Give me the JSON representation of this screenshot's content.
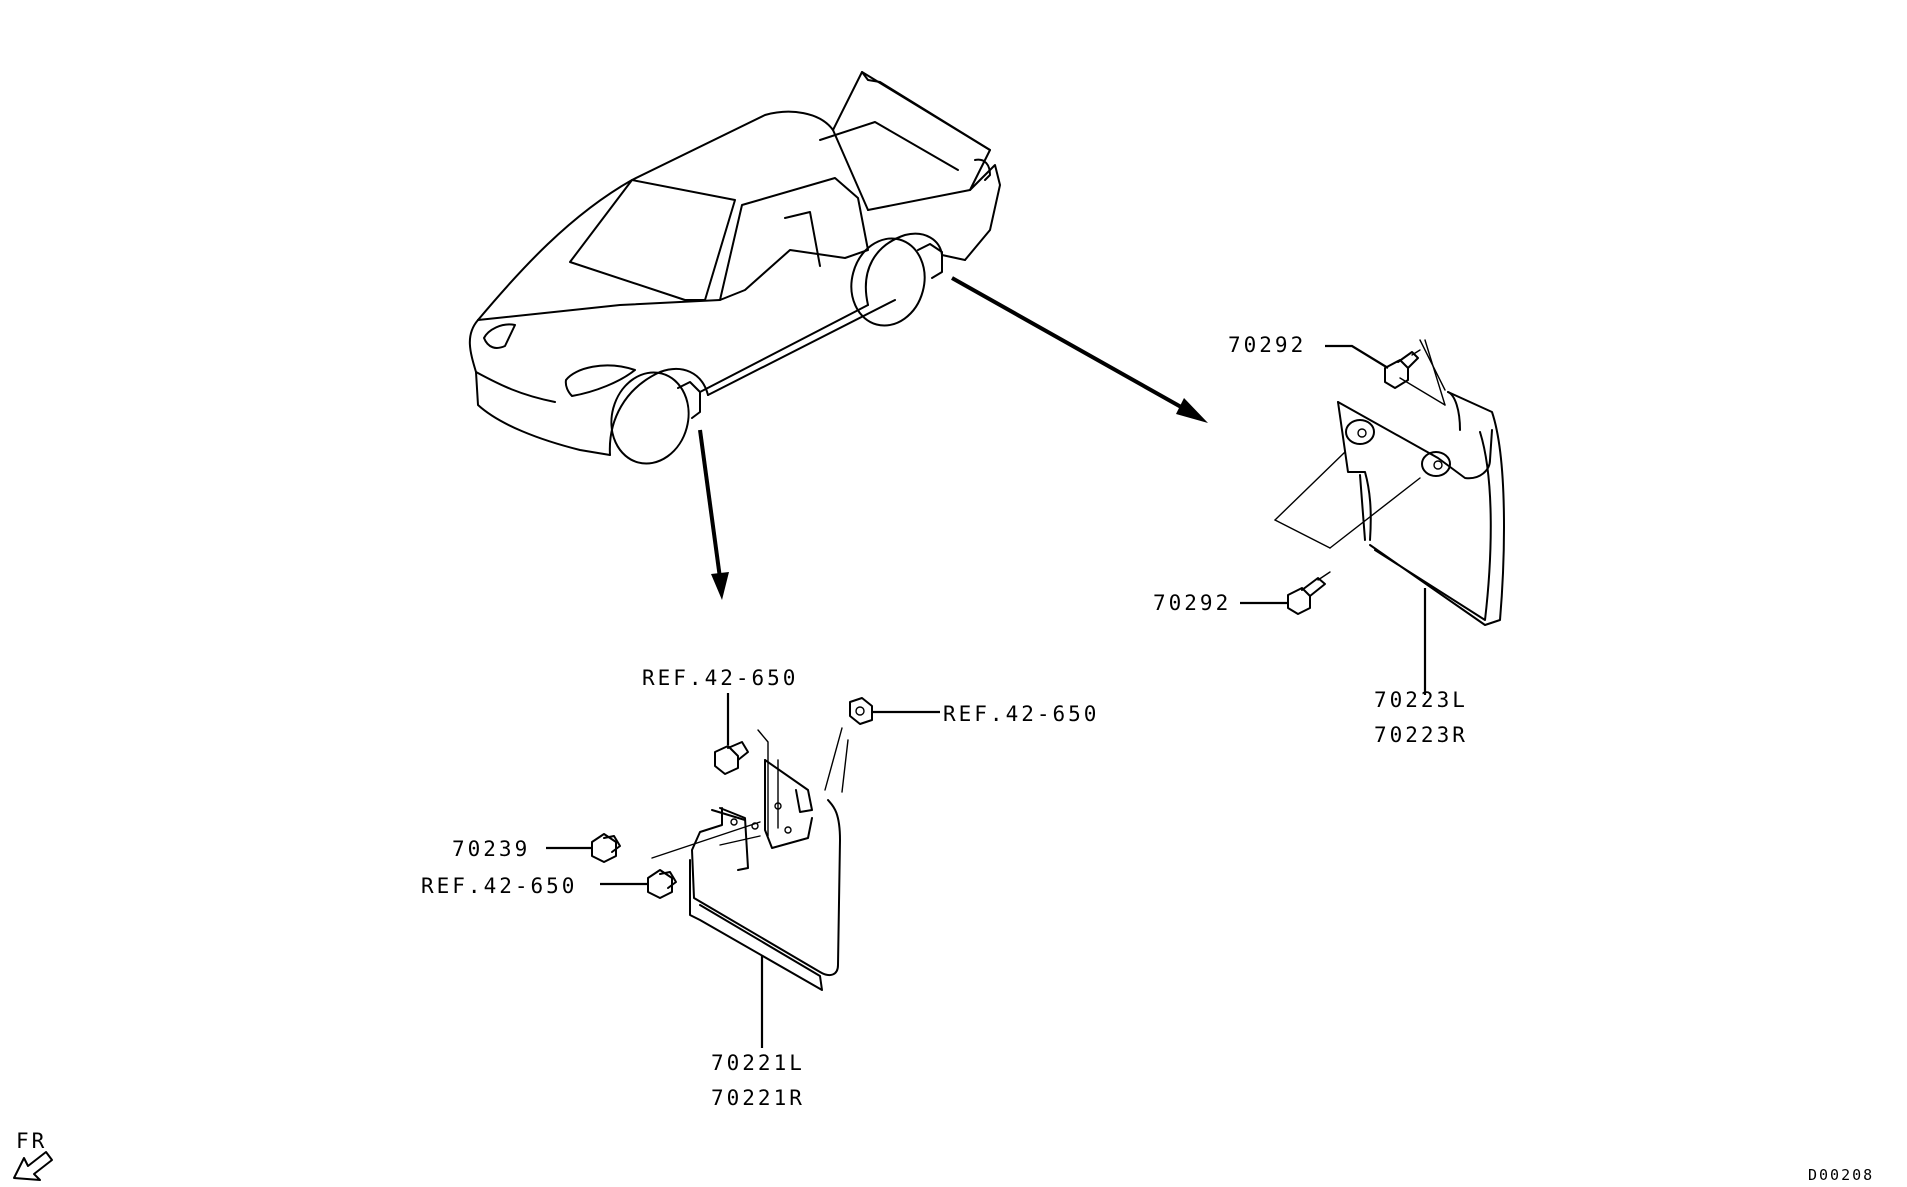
{
  "callouts": {
    "rr_bolt_top": "70292",
    "rr_bolt_bottom": "70292",
    "rr_flap_l": "70223L",
    "rr_flap_r": "70223R",
    "fr_ref_top": "REF.42-650",
    "fr_ref_right": "REF.42-650",
    "fr_clip": "70239",
    "fr_ref_left": "REF.42-650",
    "fr_flap_l": "70221L",
    "fr_flap_r": "70221R"
  },
  "direction_label": "FR",
  "diagram_code": "D00208"
}
